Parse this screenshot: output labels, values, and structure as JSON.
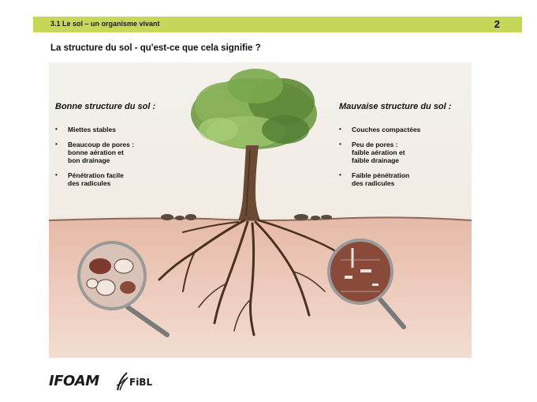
{
  "header": {
    "title": "3.1 Le sol – un organisme vivant",
    "slide_number": "2",
    "accent_color": "#c7d75a"
  },
  "subtitle": "La structure du sol - qu'est-ce que cela signifie ?",
  "good_structure": {
    "heading": "Bonne structure du sol :",
    "items": [
      "Miettes stables",
      "Beaucoup de pores :\nbonne aération et\nbon drainage",
      "Pénétration facile\ndes radicules"
    ]
  },
  "bad_structure": {
    "heading": "Mauvaise structure du sol :",
    "items": [
      "Couches compactées",
      "Peu de pores :\nfaible aération et\nfaible drainage",
      "Faible pénétration\ndes radicules"
    ]
  },
  "footer": {
    "logo_left": "IFOAM",
    "logo_right": "FiBL"
  }
}
